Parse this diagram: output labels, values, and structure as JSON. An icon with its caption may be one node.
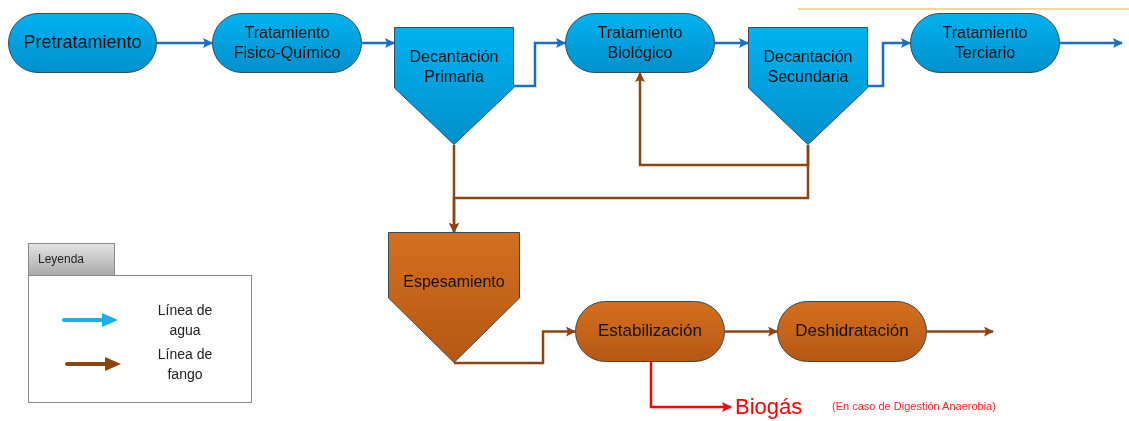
{
  "diagram": {
    "nodes": [
      {
        "text": [
          "Pretratamiento"
        ]
      },
      {
        "text": [
          "Tratamiento Fisico-Químico"
        ]
      },
      {
        "text": [
          "Decantación Primaria"
        ]
      },
      {
        "text": [
          "Tratamiento Biológico"
        ]
      },
      {
        "text": [
          "Decantación Secundaria"
        ]
      },
      {
        "text": [
          "Tratamiento Terciario"
        ]
      },
      {
        "text": [
          "Espesamiento"
        ]
      },
      {
        "text": [
          "Estabilización"
        ]
      },
      {
        "text": [
          "Deshidratación"
        ]
      },
      {
        "text": [
          "Biogás"
        ],
        "beside": [
          "(En caso de Digestión Anaerobia)"
        ]
      }
    ],
    "edges": [
      {
        "from": 0,
        "to": 1,
        "arrow": "to"
      },
      {
        "from": 1,
        "to": 2,
        "arrow": "to"
      },
      {
        "from": 2,
        "to": 3,
        "arrow": "to"
      },
      {
        "from": 3,
        "to": 4,
        "arrow": "to"
      },
      {
        "from": 4,
        "to": 5,
        "arrow": "to"
      },
      {
        "from": 5,
        "to": null,
        "arrow": "to"
      },
      {
        "from": 2,
        "to": 6,
        "arrow": "to",
        "color": "#8b4513"
      },
      {
        "from": 4,
        "to": 6,
        "arrow": "to",
        "color": "#8b4513"
      },
      {
        "from": 4,
        "to": 3,
        "arrow": "to",
        "color": "#8b4513"
      },
      {
        "from": 6,
        "to": 7,
        "arrow": "to",
        "color": "#8b4513"
      },
      {
        "from": 7,
        "to": 8,
        "arrow": "to",
        "color": "#8b4513"
      },
      {
        "from": 8,
        "to": null,
        "arrow": "to",
        "color": "#8b4513"
      },
      {
        "from": 7,
        "to": 9,
        "arrow": "to",
        "color": "#ff0000"
      }
    ],
    "labels": [
      "Leyenda"
    ],
    "legend": [
      {
        "text": "Línea de agua"
      },
      {
        "text": "Línea de fango"
      }
    ]
  }
}
